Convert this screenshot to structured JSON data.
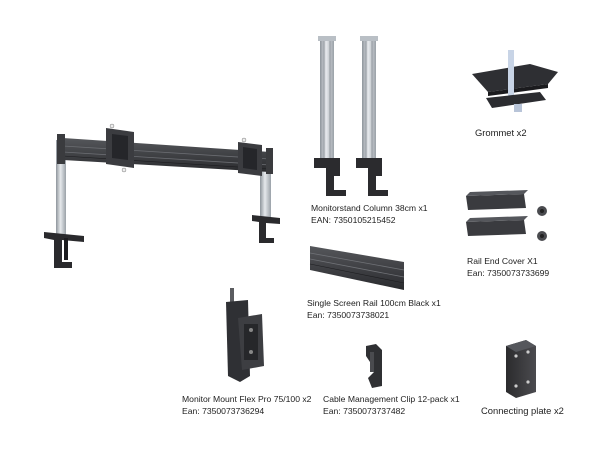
{
  "items": {
    "grommet": {
      "name": "Grommet x2"
    },
    "column": {
      "name": "Monitorstand Column 38cm x1",
      "ean": "EAN: 7350105215452"
    },
    "rail_end": {
      "name": "Rail End Cover X1",
      "ean": "Ean: 7350073733699"
    },
    "rail": {
      "name": "Single Screen Rail 100cm Black x1",
      "ean": "Ean: 7350073738021"
    },
    "mount": {
      "name": "Monitor Mount Flex Pro 75/100 x2",
      "ean": "Ean: 7350073736294"
    },
    "clip": {
      "name": "Cable Management Clip 12-pack x1",
      "ean": "Ean: 7350073737482"
    },
    "plate": {
      "name": "Connecting plate x2"
    }
  },
  "colors": {
    "metal_dark": "#2c2c2e",
    "metal_mid": "#4a4a4d",
    "aluminium": "#c9ced3",
    "aluminium_shade": "#9aa1a8"
  }
}
